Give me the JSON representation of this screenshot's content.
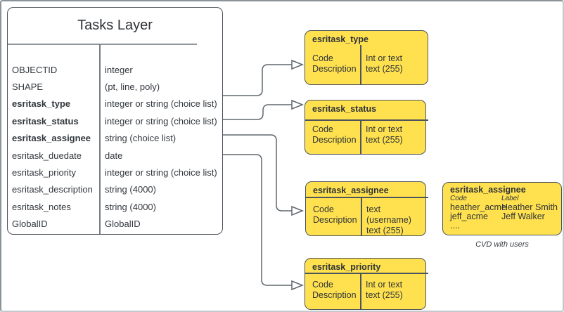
{
  "colors": {
    "domain_fill": "#ffe14f",
    "box_border": "#4d545b",
    "connector": "#5e686f",
    "text": "#33383e",
    "frame_border": "#8b939a"
  },
  "tasks_table": {
    "title": "Tasks Layer",
    "fields": [
      {
        "name": "OBJECTID",
        "type": "integer"
      },
      {
        "name": "SHAPE",
        "type": "(pt, line, poly)"
      },
      {
        "name": "esritask_type",
        "type": "integer or string (choice list)"
      },
      {
        "name": "esritask_status",
        "type": "integer or string (choice list)"
      },
      {
        "name": "esritask_assignee",
        "type": "string (choice list)"
      },
      {
        "name": "esritask_duedate",
        "type": "date"
      },
      {
        "name": "esritask_priority",
        "type": "integer or string (choice list)"
      },
      {
        "name": "esritask_description",
        "type": "string (4000)"
      },
      {
        "name": "esritask_notes",
        "type": "string (4000)"
      },
      {
        "name": "GlobalID",
        "type": "GlobalID"
      }
    ]
  },
  "domains": {
    "type": {
      "title": "esritask_type",
      "code_label": "Code",
      "desc_label": "Description",
      "code_type": "Int or text",
      "desc_type": "text (255)"
    },
    "status": {
      "title": "esritask_status",
      "code_label": "Code",
      "desc_label": "Description",
      "code_type": "Int or text",
      "desc_type": "text (255)"
    },
    "assignee": {
      "title": "esritask_assignee",
      "code_label": "Code",
      "desc_label": "Description",
      "code_type": "text (username)",
      "desc_type": "text (255)"
    },
    "priority": {
      "title": "esritask_priority",
      "code_label": "Code",
      "desc_label": "Description",
      "code_type": "Int or text",
      "desc_type": "text (255)"
    }
  },
  "cvd": {
    "title": "esritask_assignee",
    "code_header": "Code",
    "label_header": "Label",
    "users": [
      {
        "code": "heather_acme",
        "label": "Heather Smith"
      },
      {
        "code": "jeff_acme",
        "label": "Jeff Walker"
      }
    ],
    "ellipsis": "....",
    "caption": "CVD with users"
  }
}
